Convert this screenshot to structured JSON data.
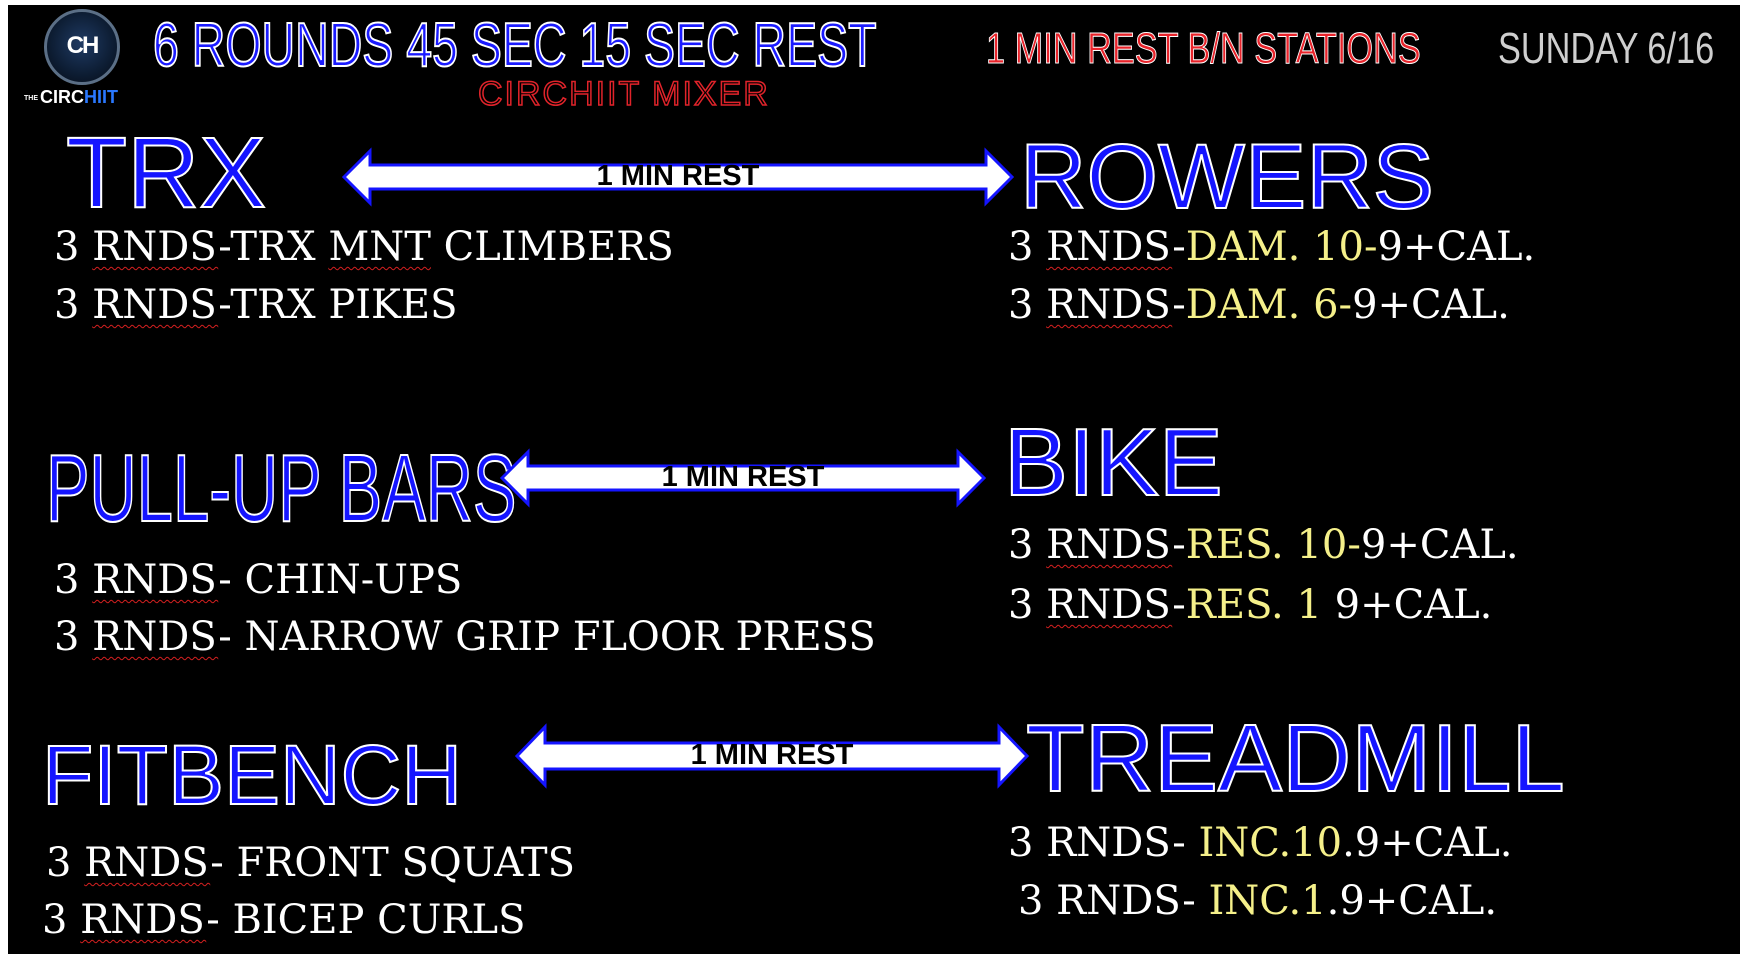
{
  "logo": {
    "monogram": "CH",
    "prefix": "THE",
    "name_white": "CIRC",
    "name_blue": "HIIT"
  },
  "header": {
    "title": "6 ROUNDS 45 SEC 15 SEC REST",
    "subtitle": "CIRCHIIT MIXER",
    "rest_note": "1 MIN REST B/N STATIONS",
    "date": "SUNDAY 6/16"
  },
  "stations": {
    "trx": {
      "name": "TRX",
      "lines": [
        {
          "rnds": "3",
          "rnds_word": "RNDS",
          "sep": "-",
          "mnt": "MNT",
          "pre": "TRX ",
          "post": " CLIMBERS"
        },
        {
          "rnds": "3",
          "rnds_word": "RNDS",
          "sep": "-",
          "text": "TRX PIKES"
        }
      ]
    },
    "rowers": {
      "name": "ROWERS",
      "lines": [
        {
          "rnds": "3",
          "rnds_word": "RNDS",
          "sep": "-",
          "setting": "DAM. 10-",
          "cal": "9+CAL."
        },
        {
          "rnds": "3",
          "rnds_word": "RNDS",
          "sep": "-",
          "setting": "DAM. 6-",
          "cal": "9+CAL."
        }
      ]
    },
    "pullup": {
      "name": "PULL-UP BARS",
      "lines": [
        {
          "rnds": "3",
          "rnds_word": "RNDS",
          "sep": "- ",
          "text": "CHIN-UPS"
        },
        {
          "rnds": "3",
          "rnds_word": "RNDS",
          "sep": "- ",
          "text": "NARROW GRIP FLOOR PRESS"
        }
      ]
    },
    "bike": {
      "name": "BIKE",
      "lines": [
        {
          "rnds": "3",
          "rnds_word": "RNDS",
          "sep": "-",
          "setting": "RES. 10-",
          "cal": "9+CAL."
        },
        {
          "rnds": "3",
          "rnds_word": "RNDS",
          "sep": "-",
          "setting": "RES. 1",
          "cal": " 9+CAL."
        }
      ]
    },
    "fitbench": {
      "name": "FITBENCH",
      "lines": [
        {
          "rnds": "3",
          "rnds_word": "RNDS",
          "sep": "- ",
          "text": "FRONT SQUATS"
        },
        {
          "rnds": "3",
          "rnds_word": "RNDS",
          "sep": "- ",
          "text": "BICEP CURLS"
        }
      ]
    },
    "treadmill": {
      "name": "TREADMILL",
      "lines": [
        {
          "rnds": "3",
          "rnds_word": "RNDS",
          "sep": "- ",
          "setting": "INC.10",
          "cal": ".9+CAL."
        },
        {
          "rnds": "3",
          "rnds_word": "RNDS",
          "sep": "- ",
          "setting": "INC.1",
          "cal": ".9+CAL."
        }
      ]
    }
  },
  "arrows": {
    "label": "1 MIN REST"
  },
  "colors": {
    "background": "#000000",
    "station_blue": "#1515ff",
    "highlight_yellow": "#f5f08a",
    "rest_red": "#e8232a"
  }
}
